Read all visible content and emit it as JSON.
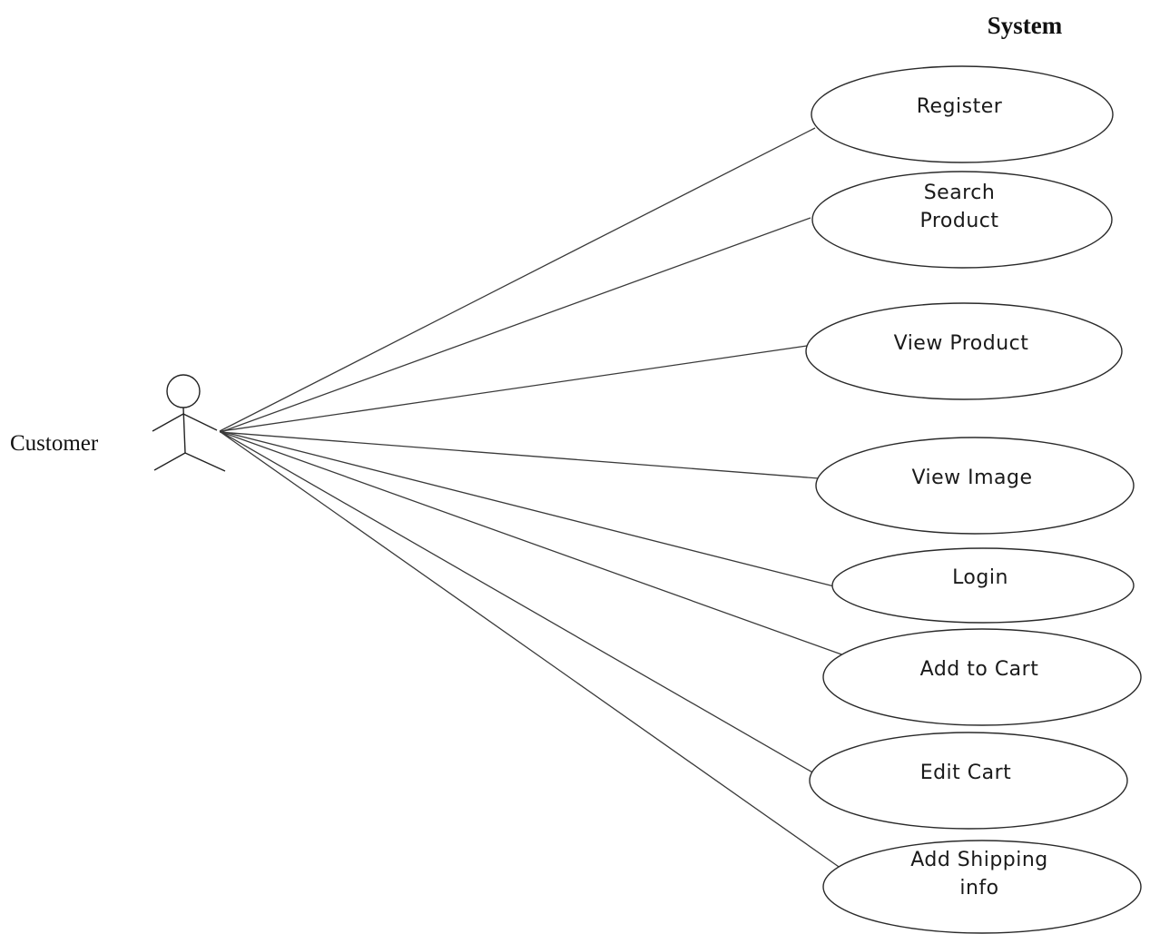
{
  "system_title": "System",
  "actor": {
    "name": "Customer",
    "icon": "stick-figure-actor"
  },
  "use_cases": [
    {
      "lines": [
        "Register"
      ]
    },
    {
      "lines": [
        "Search",
        "Product"
      ]
    },
    {
      "lines": [
        "View Product"
      ]
    },
    {
      "lines": [
        "View Image"
      ]
    },
    {
      "lines": [
        "Login"
      ]
    },
    {
      "lines": [
        "Add to Cart"
      ]
    },
    {
      "lines": [
        "Edit Cart"
      ]
    },
    {
      "lines": [
        "Add Shipping",
        "info"
      ]
    }
  ]
}
